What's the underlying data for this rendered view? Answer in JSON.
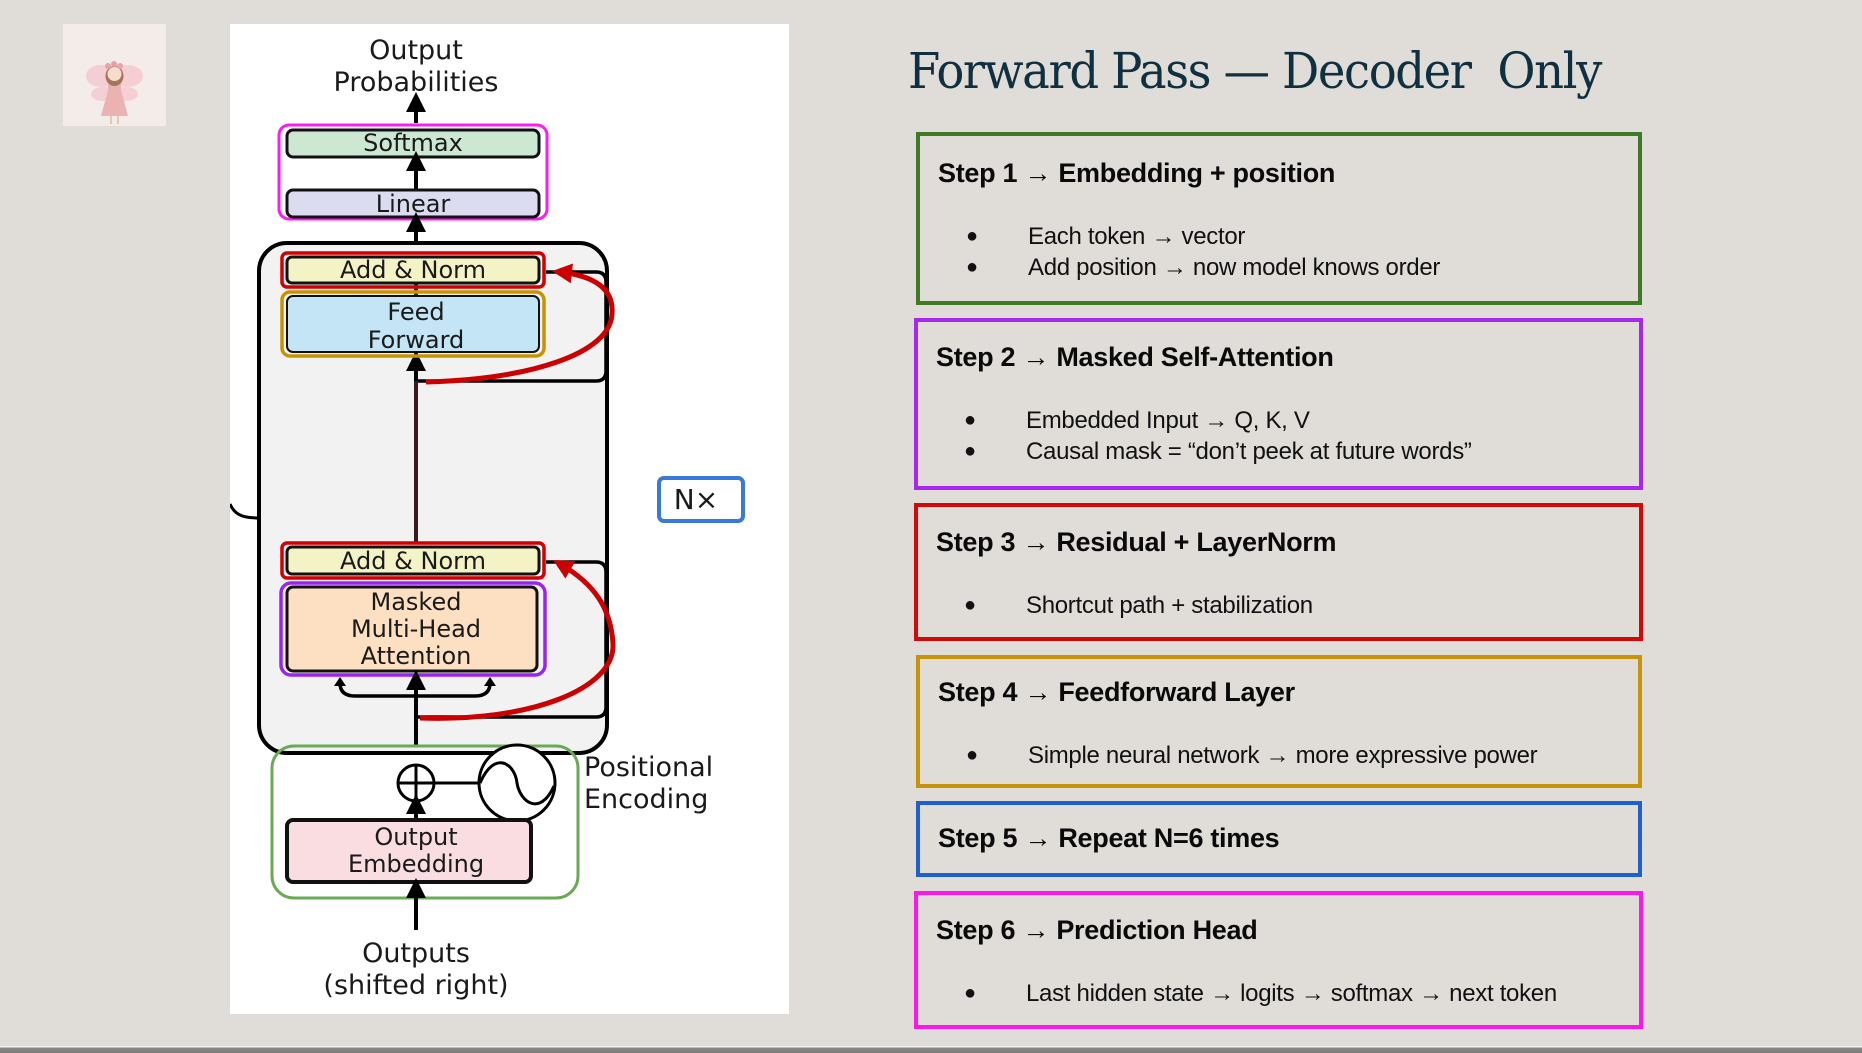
{
  "slide": {
    "title": "Forward Pass — Decoder  Only",
    "avatar_alt": "fairy-illustration"
  },
  "diagram": {
    "top_label_line1": "Output",
    "top_label_line2": "Probabilities",
    "softmax": "Softmax",
    "linear": "Linear",
    "add_norm_top": "Add & Norm",
    "feed_forward_line1": "Feed",
    "feed_forward_line2": "Forward",
    "add_norm_bottom": "Add & Norm",
    "masked_line1": "Masked",
    "masked_line2": "Multi-Head",
    "masked_line3": "Attention",
    "nx_label": "N×",
    "positional_line1": "Positional",
    "positional_line2": "Encoding",
    "embedding_line1": "Output",
    "embedding_line2": "Embedding",
    "bottom_label_line1": "Outputs",
    "bottom_label_line2": "(shifted right)",
    "colors": {
      "softmax_fill": "#cde8d2",
      "linear_fill": "#dcdcf0",
      "add_norm_fill": "#f3f3c6",
      "feed_forward_fill": "#c3e5f5",
      "masked_fill": "#fddfc1",
      "embedding_fill": "#f9dde0",
      "block_fill": "#f2f2f2",
      "highlight_magenta": "#ff1cf0",
      "highlight_red": "#d20000",
      "highlight_gold": "#c79400",
      "highlight_purple": "#9b22f5",
      "highlight_green": "#6aaa54",
      "highlight_blue": "#3a79d8"
    }
  },
  "steps": [
    {
      "number_label": "Step 1",
      "arrow": "→",
      "heading": "Embedding + position",
      "border_color": "#3f7a26",
      "bullets": [
        "Each token → vector",
        "Add position → now model knows order"
      ]
    },
    {
      "number_label": "Step 2",
      "arrow": "→",
      "heading": "Masked Self-Attention",
      "border_color": "#a826f2",
      "bullets": [
        "Embedded Input → Q, K, V",
        "Causal mask = “don’t peek at future words”"
      ]
    },
    {
      "number_label": "Step 3",
      "arrow": "→",
      "heading": "Residual + LayerNorm",
      "border_color": "#d30808",
      "bullets": [
        "Shortcut path + stabilization"
      ]
    },
    {
      "number_label": "Step 4",
      "arrow": "→",
      "heading": "Feedforward Layer",
      "border_color": "#c7930b",
      "bullets": [
        "Simple neural network → more expressive power"
      ]
    },
    {
      "number_label": "Step 5",
      "arrow": "→",
      "heading": "Repeat N=6 times",
      "border_color": "#1f5fcf",
      "bullets": []
    },
    {
      "number_label": "Step 6",
      "arrow": "→",
      "heading": "Prediction Head",
      "border_color": "#ff16ea",
      "bullets": [
        "Last hidden state → logits → softmax → next token"
      ]
    }
  ]
}
